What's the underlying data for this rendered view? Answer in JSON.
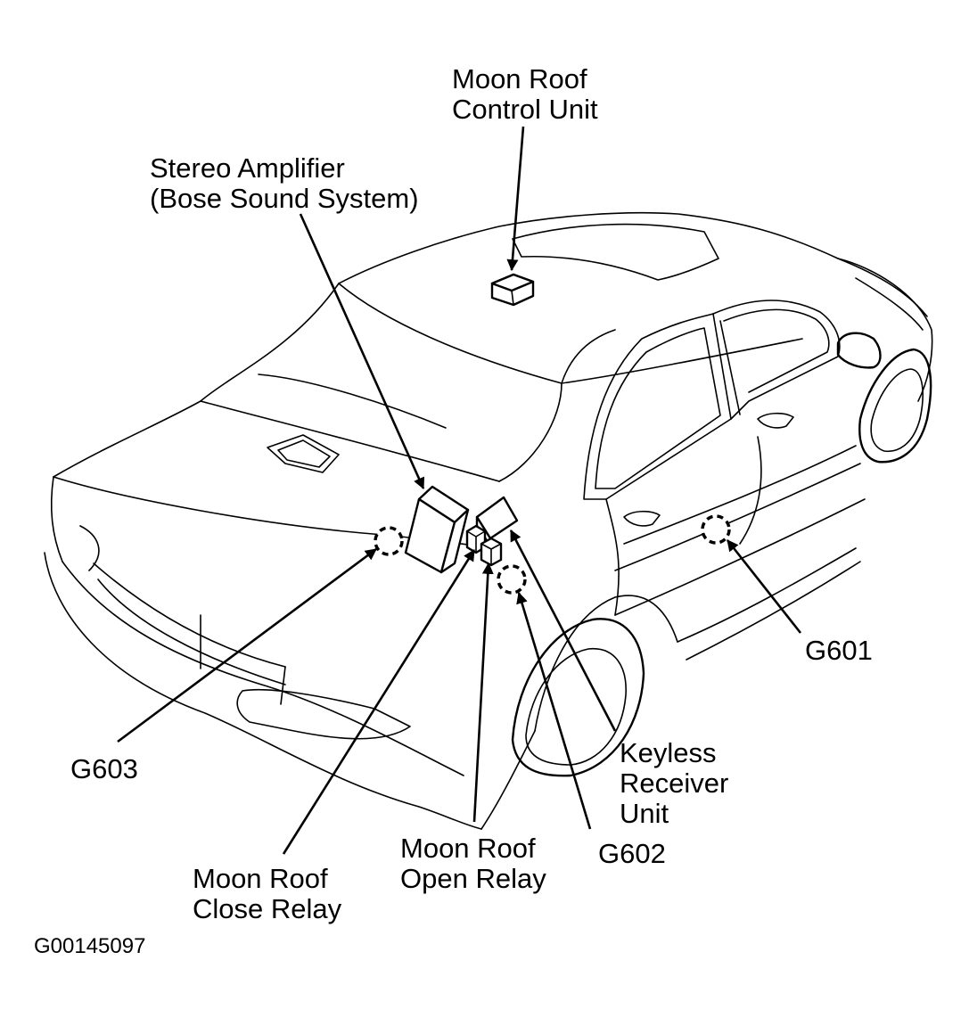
{
  "diagram": {
    "components": {
      "moon_roof_control_unit": [
        "Moon Roof",
        "Control Unit"
      ],
      "stereo_amplifier": [
        "Stereo Amplifier",
        "(Bose Sound System)"
      ],
      "keyless_receiver_unit": [
        "Keyless",
        "Receiver",
        "Unit"
      ],
      "moon_roof_open_relay": [
        "Moon Roof",
        "Open Relay"
      ],
      "moon_roof_close_relay": [
        "Moon Roof",
        "Close Relay"
      ]
    },
    "grounds": {
      "g601": "G601",
      "g602": "G602",
      "g603": "G603"
    },
    "figure_id": "G00145097"
  }
}
